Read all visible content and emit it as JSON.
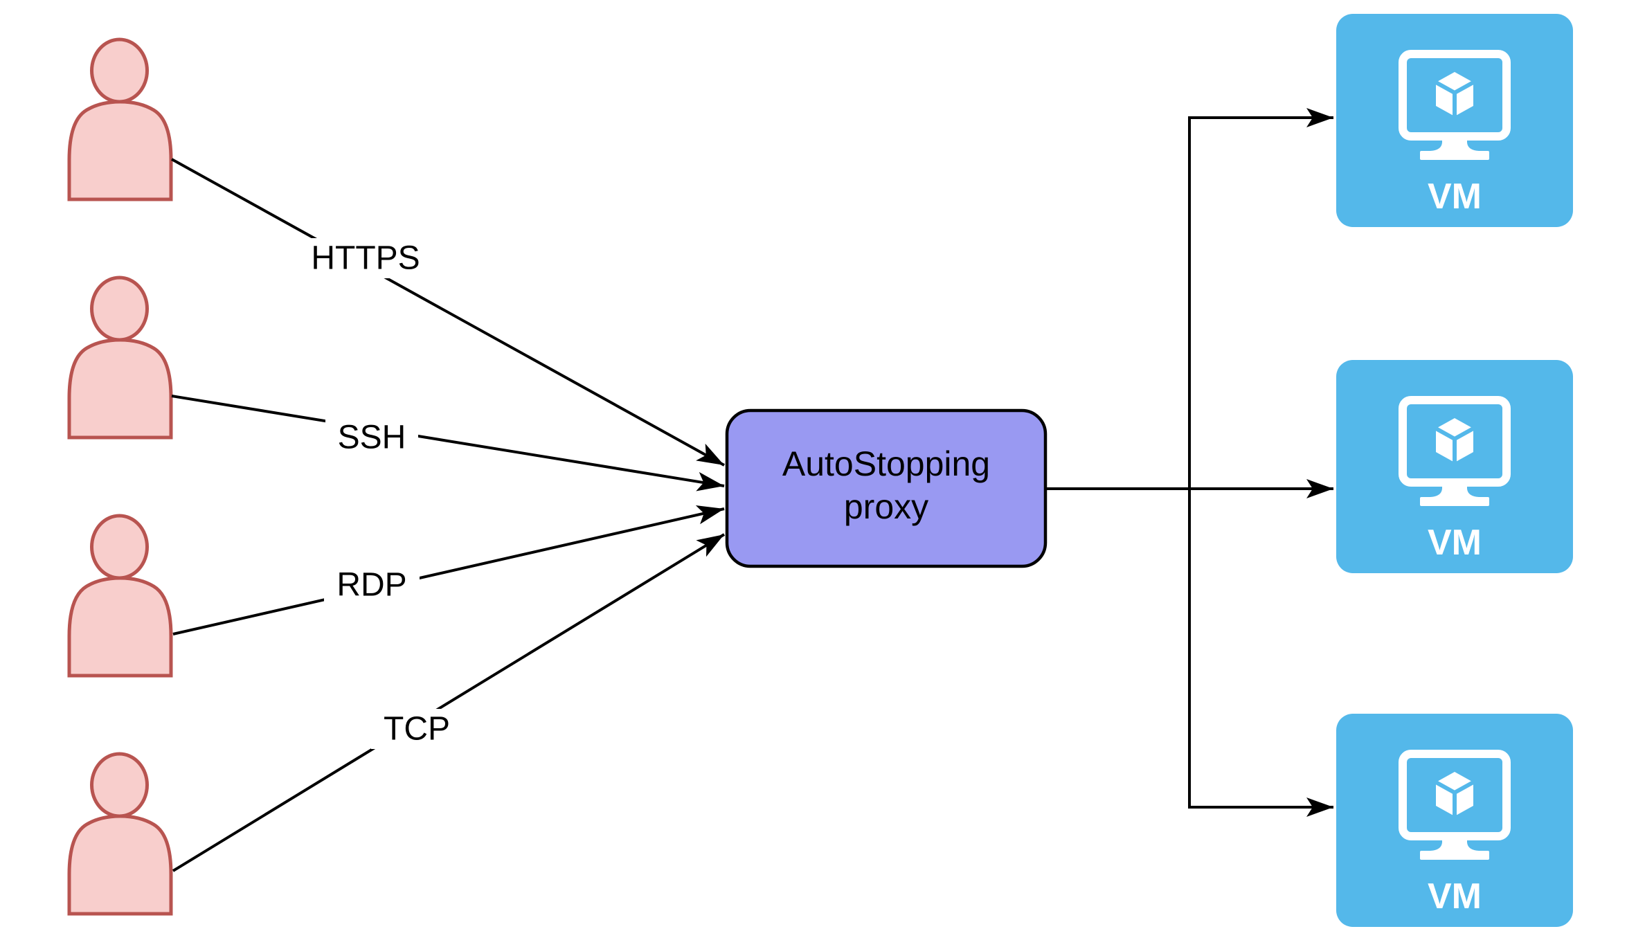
{
  "diagram_title": "",
  "protocols": [
    "HTTPS",
    "SSH",
    "RDP",
    "TCP"
  ],
  "proxy": {
    "line1": "AutoStopping",
    "line2": "proxy"
  },
  "vms": [
    {
      "label": "VM"
    },
    {
      "label": "VM"
    },
    {
      "label": "VM"
    }
  ],
  "icons": {
    "user": "person-icon",
    "vm": "virtual-machine-monitor-cube-icon",
    "arrow": "filled-arrowhead"
  },
  "colors": {
    "background": "#FFFFFF",
    "user_fill": "#F8CECC",
    "user_stroke": "#B85450",
    "proxy_fill": "#9999F2",
    "proxy_stroke": "#000000",
    "vm_fill": "#54B8EA",
    "icon_white": "#FFFFFF",
    "line": "#000000",
    "label_text": "#000000"
  }
}
